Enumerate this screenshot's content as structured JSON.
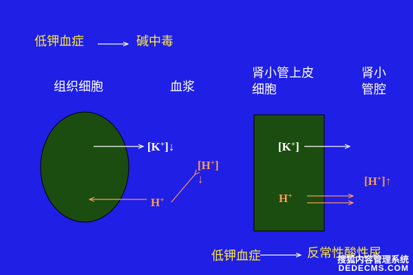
{
  "colors": {
    "background": "#1f1fe6",
    "shape_fill": "#1b4d10",
    "yellow_text": "#ffea3a",
    "white_text": "#ffffff",
    "orange_text": "#ff9b57"
  },
  "top_relation": {
    "cause": "低钾血症",
    "effect": "碱中毒"
  },
  "headers": {
    "tissue_cell": "组织细胞",
    "plasma": "血浆",
    "renal_tubular_cell_line1": "肾小管上皮",
    "renal_tubular_cell_line2": "细胞",
    "tubule_lumen_line1": "肾小",
    "tubule_lumen_line2": "管腔"
  },
  "left_ions": {
    "potassium_out": {
      "ion": "[K",
      "charge": "+",
      "close": "]",
      "arrow": "↓"
    },
    "hydrogen_in": {
      "ion": "H",
      "charge": "+"
    },
    "hydrogen_plasma": {
      "ion": "[H",
      "charge": "+",
      "close": "]",
      "arrow": "↓"
    }
  },
  "right_ions": {
    "potassium_cell": {
      "ion": "[K",
      "charge": "+",
      "close": "]"
    },
    "hydrogen_cell": {
      "ion": "H",
      "charge": "+"
    },
    "hydrogen_lumen": {
      "ion": "[H",
      "charge": "+",
      "close": "]",
      "arrow": "↑"
    }
  },
  "bottom_relation": {
    "cause": "低钾血症",
    "effect": "反常性酸性尿"
  },
  "watermark": {
    "line1": "搜狐内容管理系统",
    "line2": "DEDECMS.COM"
  }
}
